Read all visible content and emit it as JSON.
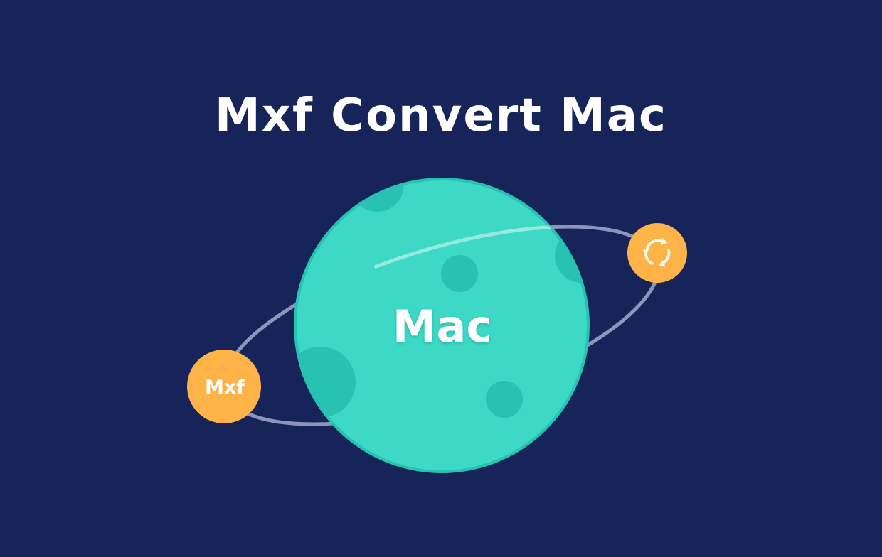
{
  "title": "Mxf Convert Mac",
  "planet": {
    "label": "Mac"
  },
  "badges": {
    "source": {
      "label": "Mxf"
    },
    "convert": {
      "icon": "refresh-icon"
    }
  },
  "colors": {
    "background": "#17245a",
    "planet": "#3dd9c6",
    "crater": "#27c2b1",
    "badge": "#fdb347",
    "orbit": "#9aa3c4"
  }
}
